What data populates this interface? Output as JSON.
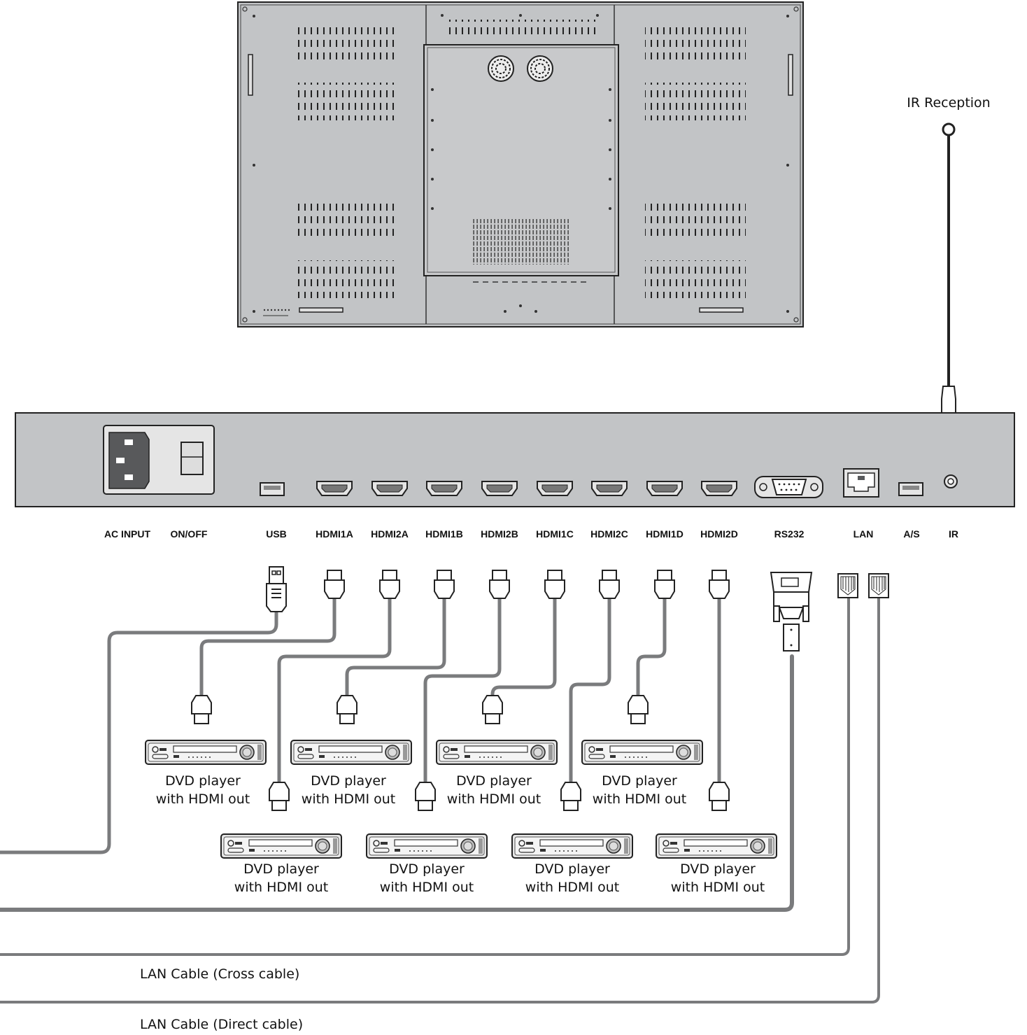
{
  "ir_reception_label": "IR Reception",
  "ports": {
    "ac_input": "AC INPUT",
    "on_off": "ON/OFF",
    "usb": "USB",
    "hdmi1a": "HDMI1A",
    "hdmi2a": "HDMI2A",
    "hdmi1b": "HDMI1B",
    "hdmi2b": "HDMI2B",
    "hdmi1c": "HDMI1C",
    "hdmi2c": "HDMI2C",
    "hdmi1d": "HDMI1D",
    "hdmi2d": "HDMI2D",
    "rs232": "RS232",
    "lan": "LAN",
    "as": "A/S",
    "ir": "IR"
  },
  "dvd": {
    "line1": "DVD player",
    "line2": "with HDMI out"
  },
  "cables": {
    "lan_cross": "LAN Cable (Cross cable)",
    "lan_direct": "LAN Cable (Direct cable)"
  },
  "colors": {
    "panel_fill": "#c2c4c6",
    "cable": "#7a7b7d",
    "outline": "#222222",
    "ac_socket": "#58595b"
  }
}
